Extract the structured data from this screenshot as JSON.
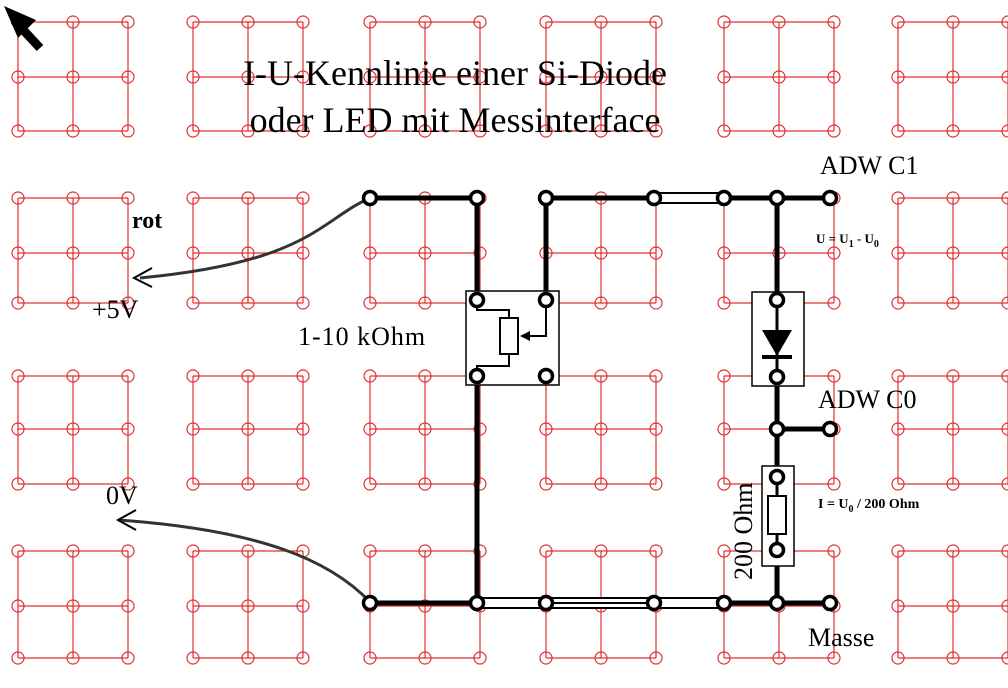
{
  "title": {
    "line1": "I-U-Kennlinie einer Si-Diode",
    "line2": "oder LED mit Messinterface"
  },
  "labels": {
    "rot": "rot",
    "plus5v": "+5V",
    "zero_v": "0V",
    "pot": "1-10 kOhm",
    "adw_c1": "ADW C1",
    "adw_c0": "ADW C0",
    "masse": "Masse",
    "resistor": "200 Ohm"
  },
  "formulas": {
    "u": {
      "prefix": "U = U",
      "sub1": "1",
      "mid": " - U",
      "sub2": "0"
    },
    "i": {
      "prefix": "I = U",
      "sub": "0",
      "suffix": " / 200 Ohm"
    }
  },
  "colors": {
    "grid": "#e03030",
    "wire": "#000000"
  }
}
